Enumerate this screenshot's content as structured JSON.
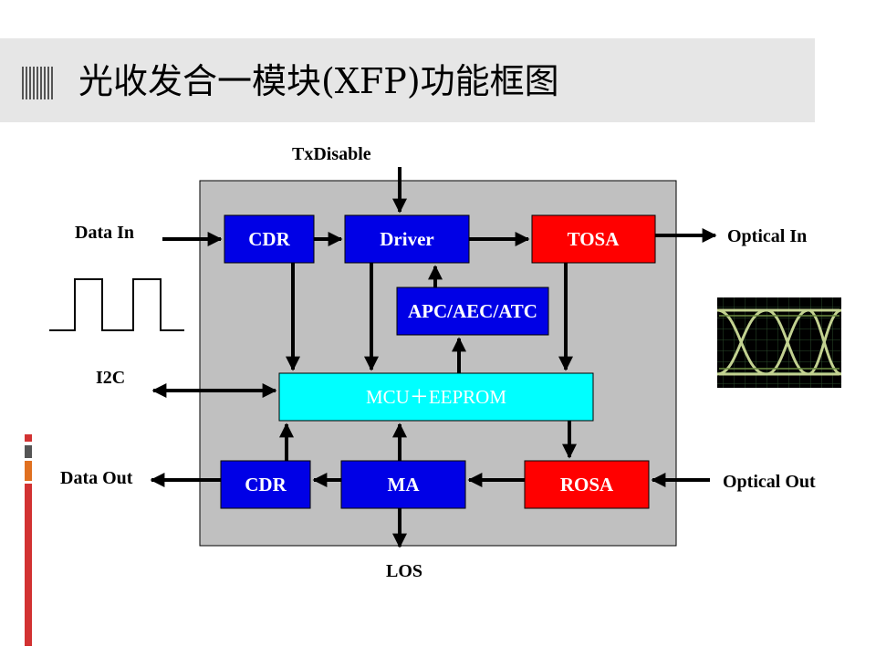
{
  "title": {
    "text": "光收发合一模块(XFP)功能框图"
  },
  "blocks": {
    "cdr_tx": "CDR",
    "driver": "Driver",
    "tosa": "TOSA",
    "apc": "APC/AEC/ATC",
    "mcu": "MCU＋EEPROM",
    "cdr_rx": "CDR",
    "ma": "MA",
    "rosa": "ROSA"
  },
  "io": {
    "tx_disable": "TxDisable",
    "data_in": "Data In",
    "optical_in": "Optical In",
    "i2c": "I2C",
    "data_out": "Data Out",
    "optical_out": "Optical Out",
    "los": "LOS"
  },
  "colors": {
    "blue_block": "#0000e6",
    "red_block": "#ff0000",
    "cyan_block": "#00ffff",
    "module_bg": "#c0c0c0"
  }
}
